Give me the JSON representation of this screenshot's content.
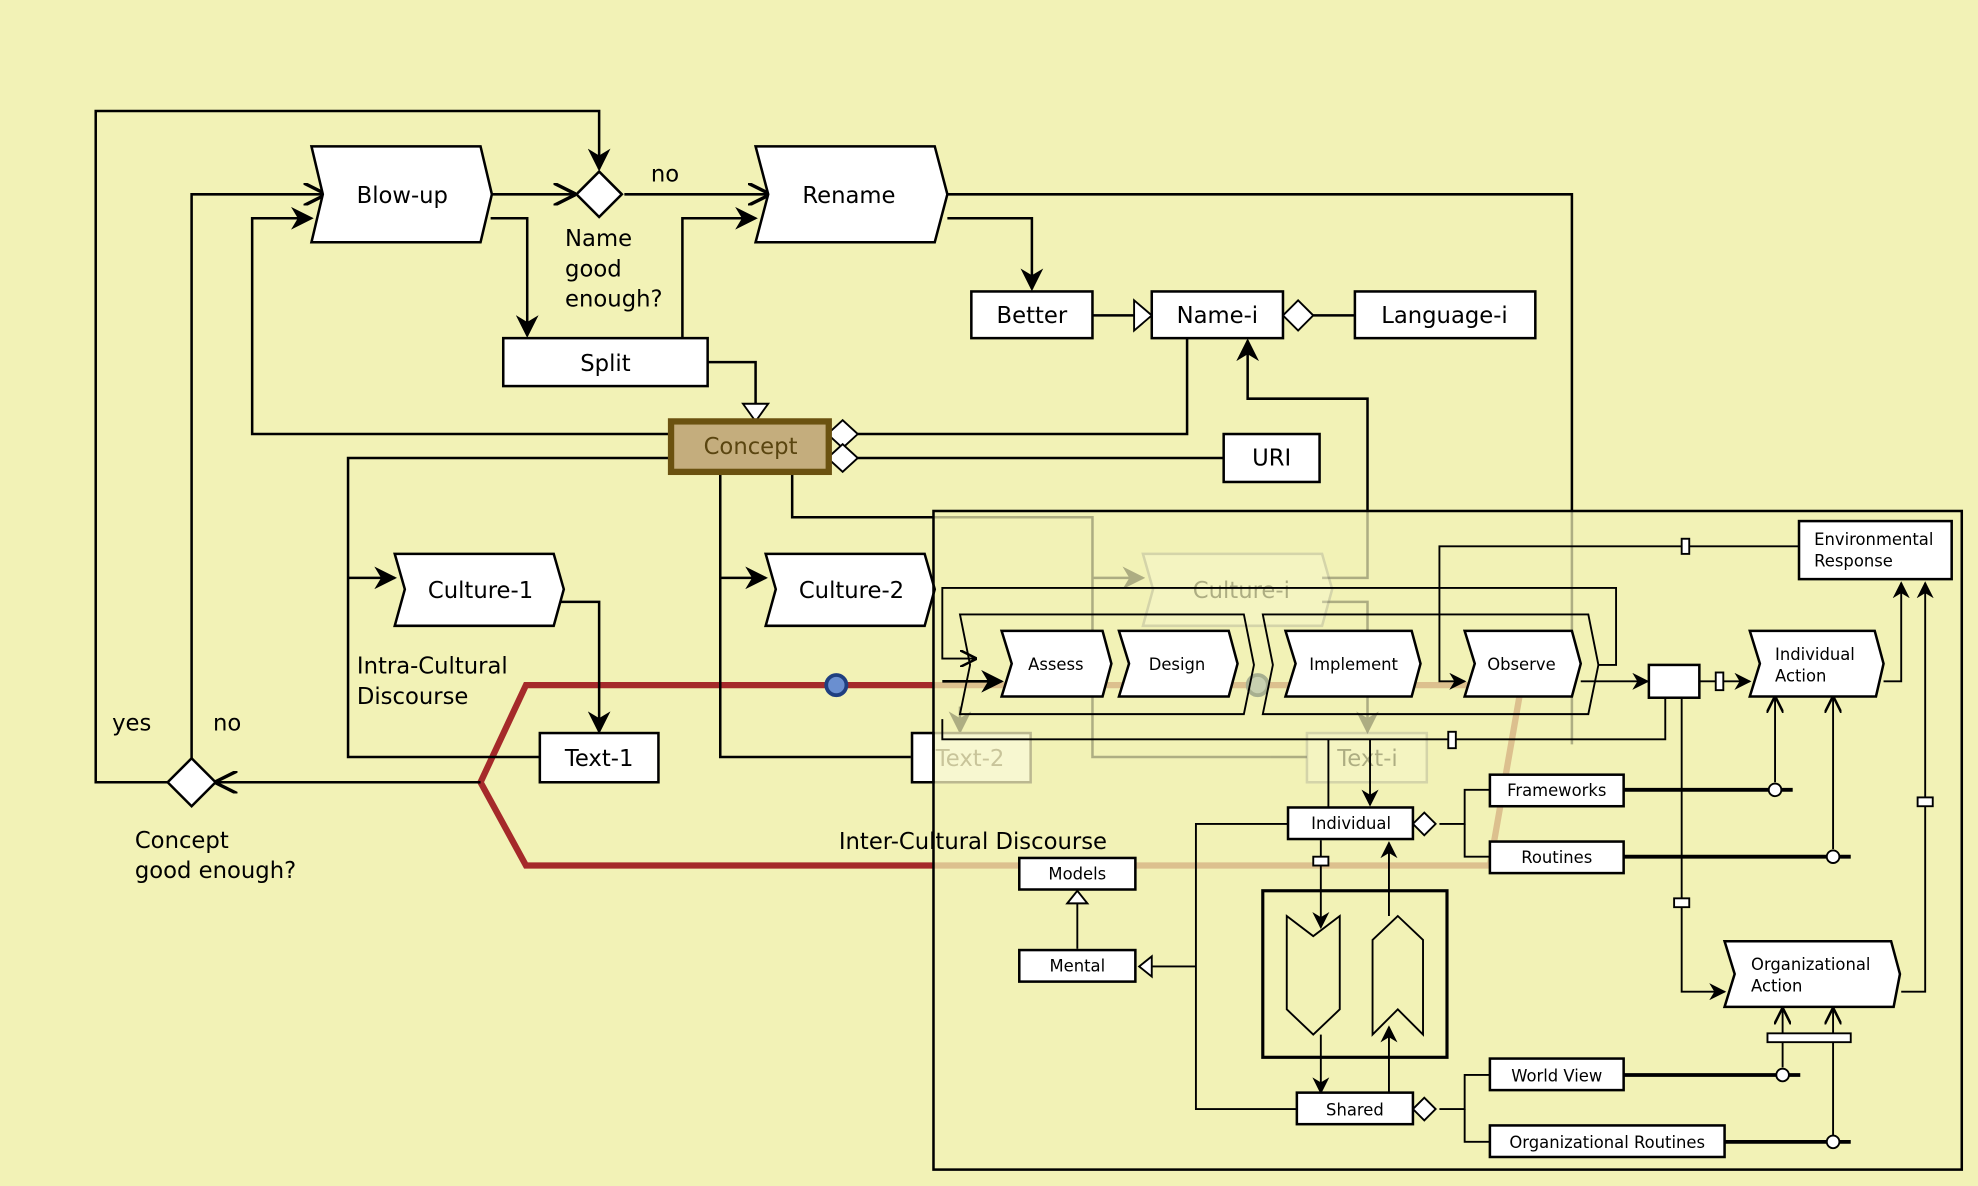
{
  "colors": {
    "background": "#f2f2b6",
    "concept_fill": "#c4ad7d",
    "concept_border": "#6b5210",
    "discourse_path": "#a52a2a",
    "discourse_path_faded": "#dcc08e",
    "marker": "#2b5fa8"
  },
  "nodes": {
    "blow_up": "Blow-up",
    "rename": "Rename",
    "split": "Split",
    "better": "Better",
    "name_i": "Name-i",
    "language_i": "Language-i",
    "concept": "Concept",
    "uri": "URI",
    "culture_1": "Culture-1",
    "culture_2": "Culture-2",
    "culture_i": "Culture-i",
    "text_1": "Text-1",
    "text_2": "Text-2",
    "text_i": "Text-i",
    "assess": "Assess",
    "design": "Design",
    "implement": "Implement",
    "observe": "Observe",
    "environmental_response": [
      "Environmental",
      "Response"
    ],
    "individual_action": [
      "Individual",
      "Action"
    ],
    "organizational_action": [
      "Organizational",
      "Action"
    ],
    "frameworks": "Frameworks",
    "routines": "Routines",
    "individual": "Individual",
    "shared": "Shared",
    "models": "Models",
    "mental": "Mental",
    "world_view": "World View",
    "organizational_routines": "Organizational Routines"
  },
  "labels": {
    "name_good_enough": [
      "Name",
      "good",
      "enough?"
    ],
    "no_top": "no",
    "concept_good_enough": [
      "Concept",
      "good enough?"
    ],
    "yes": "yes",
    "no_left": "no",
    "intra_cultural": [
      "Intra-Cultural",
      "Discourse"
    ],
    "inter_cultural": "Inter-Cultural Discourse"
  }
}
